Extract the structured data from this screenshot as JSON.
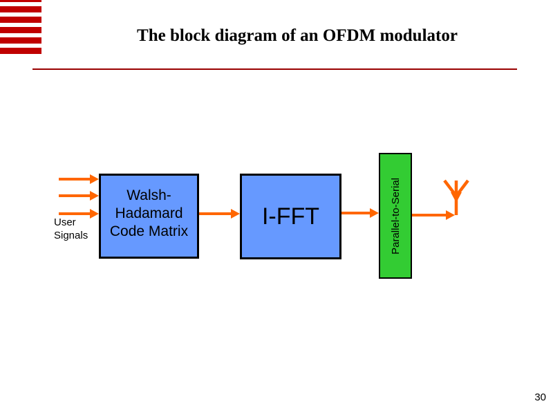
{
  "slide": {
    "title": "The block diagram of an OFDM modulator",
    "page_number": "30"
  },
  "colors": {
    "stripe_red": "#c00000",
    "divider_red": "#990000",
    "box_blue": "#6699ff",
    "box_green": "#33cc33",
    "arrow_orange": "#ff6600"
  },
  "diagram": {
    "input_label_lines": [
      "User",
      "Signals"
    ],
    "blocks": [
      {
        "lines": [
          "Walsh-",
          "Hadamard",
          "Code Matrix"
        ]
      },
      {
        "label": "I-FFT"
      },
      {
        "label": "Parallel-to-Serial"
      }
    ],
    "icons": {
      "antenna": "antenna-icon"
    }
  }
}
